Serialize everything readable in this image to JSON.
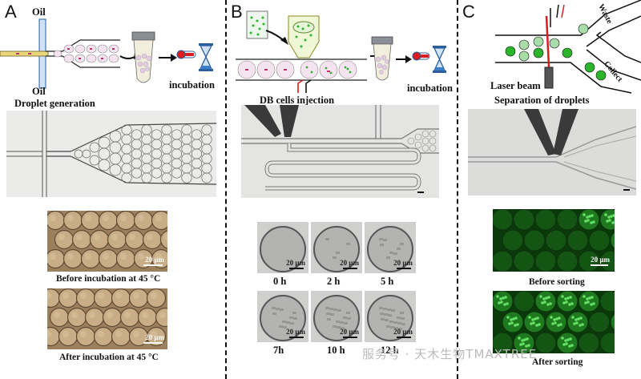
{
  "panels": {
    "A": {
      "letter": "A",
      "oil_top": "Oil",
      "oil_bottom": "Oil",
      "incubation": "incubation",
      "title": "Droplet generation",
      "scale1": "20 μm",
      "scale2": "20 μm",
      "cap1": "Before incubation at 45 °C",
      "cap2": "After incubation at 45 °C"
    },
    "B": {
      "letter": "B",
      "incubation": "incubation",
      "title": "DB cells injection",
      "times_row1": [
        "0 h",
        "2 h",
        "5 h"
      ],
      "times_row2": [
        "7h",
        "10 h",
        "12 h"
      ],
      "scale": "20 μm"
    },
    "C": {
      "letter": "C",
      "waste": "Waste",
      "collect": "Collect",
      "laser": "Laser beam",
      "title": "Separation of droplets",
      "scale": "20 μm",
      "cap1": "Before sorting",
      "cap2": "After sorting"
    }
  },
  "watermark": "服务号 · 天木生物TMAXTREE",
  "colors": {
    "green": "#2bb52b",
    "pale_green": "#a8dca8",
    "brown": "#b89a72",
    "red": "#d81e1e",
    "blue_tube": "#4f8fd0"
  }
}
